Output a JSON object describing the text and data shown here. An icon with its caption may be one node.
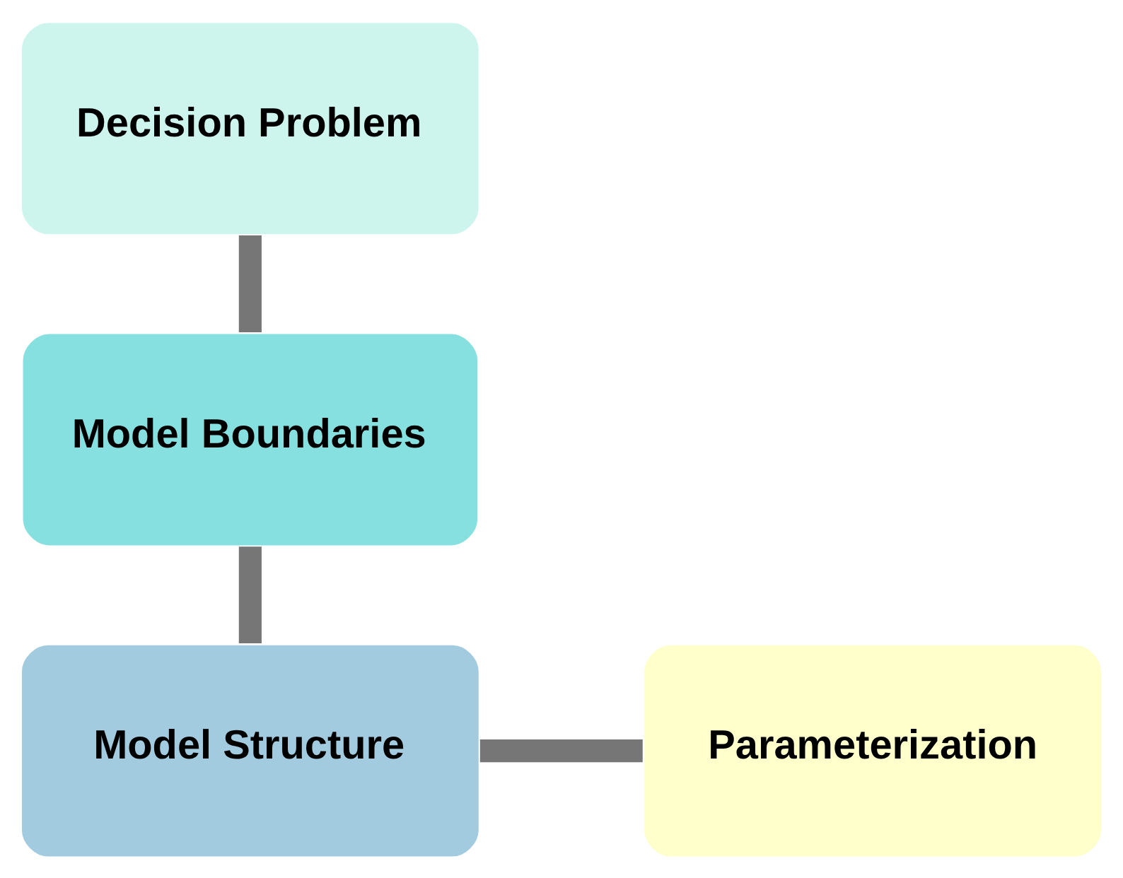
{
  "diagram": {
    "nodes": [
      {
        "text": [
          "Decision Problem"
        ]
      },
      {
        "text": [
          "Model Boundaries"
        ]
      },
      {
        "text": [
          "Model Structure"
        ]
      },
      {
        "text": [
          "Parameterization"
        ]
      }
    ],
    "edges": [
      {
        "from": 0,
        "to": 1,
        "arrow": "none"
      },
      {
        "from": 1,
        "to": 2,
        "arrow": "none"
      },
      {
        "from": 2,
        "to": 3,
        "arrow": "none"
      }
    ]
  }
}
